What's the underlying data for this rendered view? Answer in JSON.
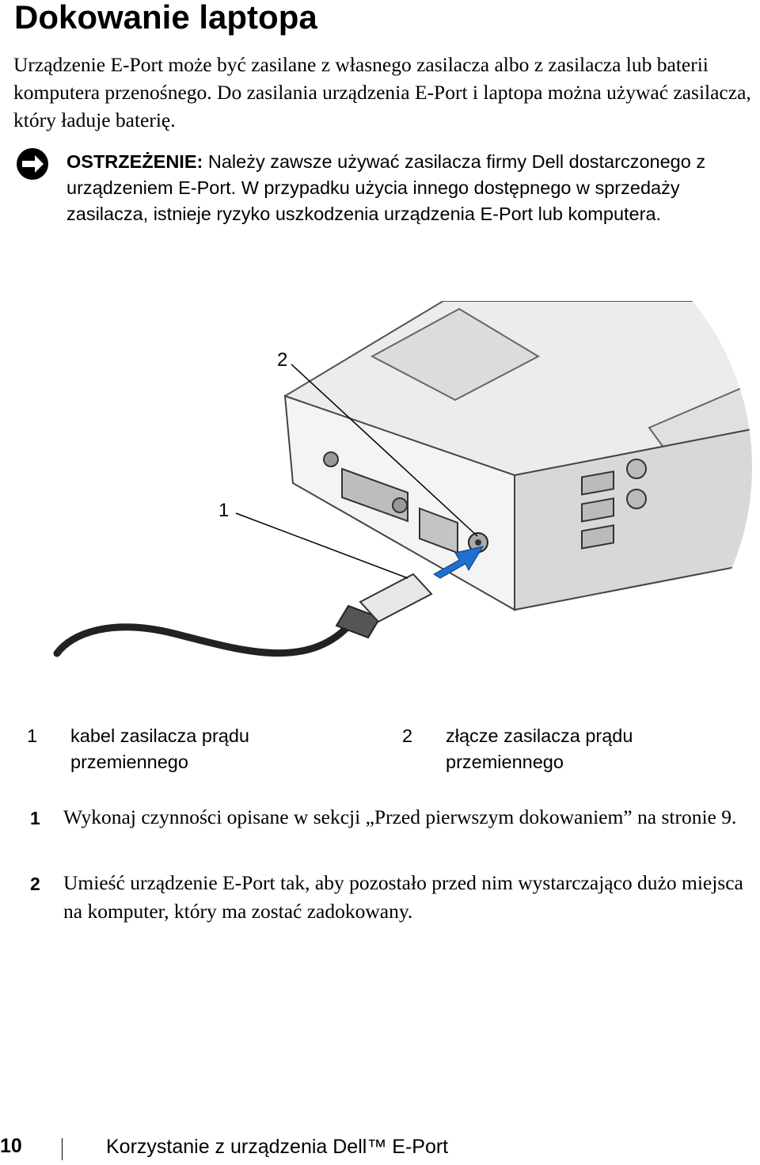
{
  "title": "Dokowanie laptopa",
  "intro": "Urządzenie E-Port może być zasilane z własnego zasilacza albo z zasilacza lub baterii komputera przenośnego. Do zasilania urządzenia E-Port i laptopa można używać zasilacza, który ładuje baterię.",
  "warning": {
    "icon": "caution-icon",
    "label": "OSTRZEŻENIE:",
    "text": "Należy zawsze używać zasilacza firmy Dell dostarczonego z urządzeniem E-Port. W przypadku użycia innego dostępnego w sprzedaży zasilacza, istnieje ryzyko uszkodzenia urządzenia E-Port lub komputera."
  },
  "figure": {
    "callouts": [
      "1",
      "2"
    ]
  },
  "legend": [
    {
      "num": "1",
      "text": "kabel zasilacza prądu przemiennego"
    },
    {
      "num": "2",
      "text": "złącze zasilacza prądu przemiennego"
    }
  ],
  "steps": [
    {
      "num": "1",
      "text": "Wykonaj czynności opisane w sekcji „Przed pierwszym dokowaniem” na stronie 9."
    },
    {
      "num": "2",
      "text": "Umieść urządzenie E-Port tak, aby pozostało przed nim wystarczająco dużo miejsca na komputer, który ma zostać zadokowany."
    }
  ],
  "footer": {
    "page": "10",
    "title": "Korzystanie z urządzenia Dell™ E-Port"
  }
}
